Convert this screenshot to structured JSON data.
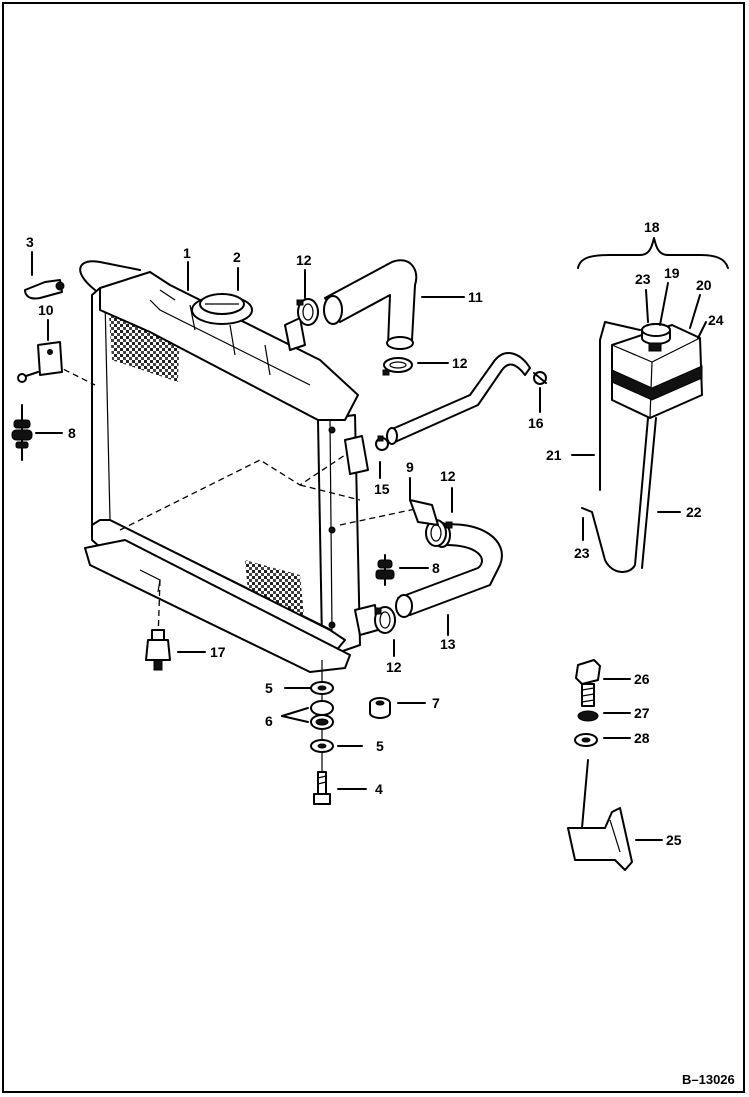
{
  "drawing_ref": "B–13026",
  "callouts": {
    "c1": "1",
    "c2": "2",
    "c3": "3",
    "c4": "4",
    "c5a": "5",
    "c5b": "5",
    "c6": "6",
    "c7": "7",
    "c8a": "8",
    "c8b": "8",
    "c9": "9",
    "c10": "10",
    "c11": "11",
    "c12a": "12",
    "c12b": "12",
    "c12c": "12",
    "c12d": "12",
    "c13": "13",
    "c15": "15",
    "c16": "16",
    "c17": "17",
    "c18": "18",
    "c19": "19",
    "c20": "20",
    "c21": "21",
    "c22": "22",
    "c23a": "23",
    "c23b": "23",
    "c24": "24",
    "c25": "25",
    "c26": "26",
    "c27": "27",
    "c28": "28"
  }
}
